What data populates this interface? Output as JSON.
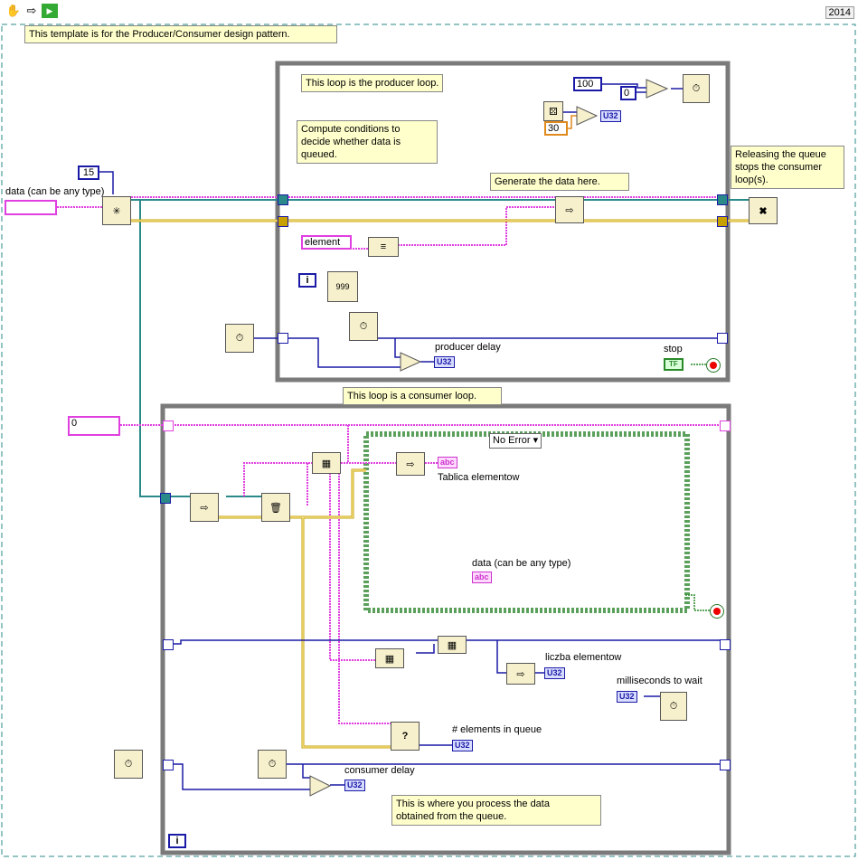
{
  "toolbar": {
    "run_icon": "hand-icon",
    "arrow_icon": "arrow-icon",
    "vi_icon": "labview-icon",
    "version": "2014"
  },
  "notes": {
    "template": "This template is for the Producer/Consumer design pattern.",
    "producer_loop": "This loop is the producer loop.",
    "compute_conditions": "Compute conditions to\ndecide whether data is\nqueued.",
    "generate_data": "Generate the data here.",
    "releasing_queue": "Releasing the queue\nstops the consumer\nloop(s).",
    "consumer_loop": "This loop is a consumer loop.",
    "process_data": "This is where you process the data\nobtained from the queue."
  },
  "labels": {
    "data_any_type": "data (can be any type)",
    "producer_delay": "producer delay",
    "stop": "stop",
    "tablica": "Tablica elementow",
    "data_any_type_inner": "data (can be any type)",
    "liczba": "liczba elementow",
    "milliseconds": "milliseconds to wait",
    "elements_in_queue": "# elements in queue",
    "consumer_delay": "consumer delay"
  },
  "constants": {
    "queue_size": "15",
    "element": "element",
    "c100": "100",
    "c0_top": "0",
    "c30": "30",
    "array_index": "0",
    "loop_i": "i",
    "loop_i_consumer": "i"
  },
  "case_structure": {
    "selector": "No Error"
  },
  "indicators": {
    "u32": "U32",
    "abc": "abc",
    "tf": "TF"
  },
  "colors": {
    "error_wire": "#c8a000",
    "queue_wire": "#2a8a8a",
    "string_wire": "#e040e0",
    "int_wire": "#1a1aa6",
    "bool_wire": "#2a8a2a",
    "loop_frame": "#7a7a7a",
    "case_frame": "#5aa05a"
  }
}
